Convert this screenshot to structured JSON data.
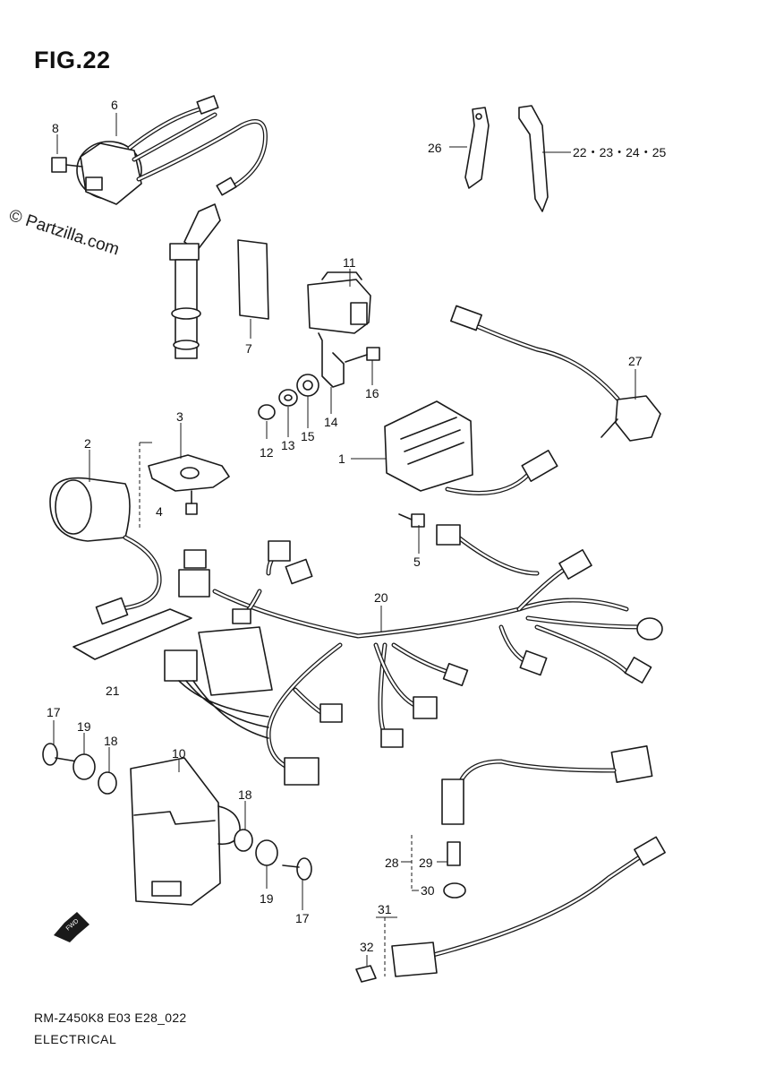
{
  "title": "FIG.22",
  "watermark": "© Partzilla.com",
  "footer": {
    "code": "RM-Z450K8 E03 E28_022",
    "title": "ELECTRICAL"
  },
  "callouts": {
    "c1": "1",
    "c2": "2",
    "c3": "3",
    "c4": "4",
    "c5": "5",
    "c6": "6",
    "c7": "7",
    "c8": "8",
    "c10": "10",
    "c11": "11",
    "c12": "12",
    "c13": "13",
    "c14": "14",
    "c15": "15",
    "c16": "16",
    "c17a": "17",
    "c17b": "17",
    "c18a": "18",
    "c18b": "18",
    "c19a": "19",
    "c19b": "19",
    "c20": "20",
    "c21": "21",
    "c22": "22・23・24・25",
    "c26": "26",
    "c27": "27",
    "c28": "28",
    "c29": "29",
    "c30": "30",
    "c31": "31",
    "c32": "32"
  },
  "icons": {
    "front_arrow": "fwd-arrow-icon",
    "front_label": "FWD"
  }
}
